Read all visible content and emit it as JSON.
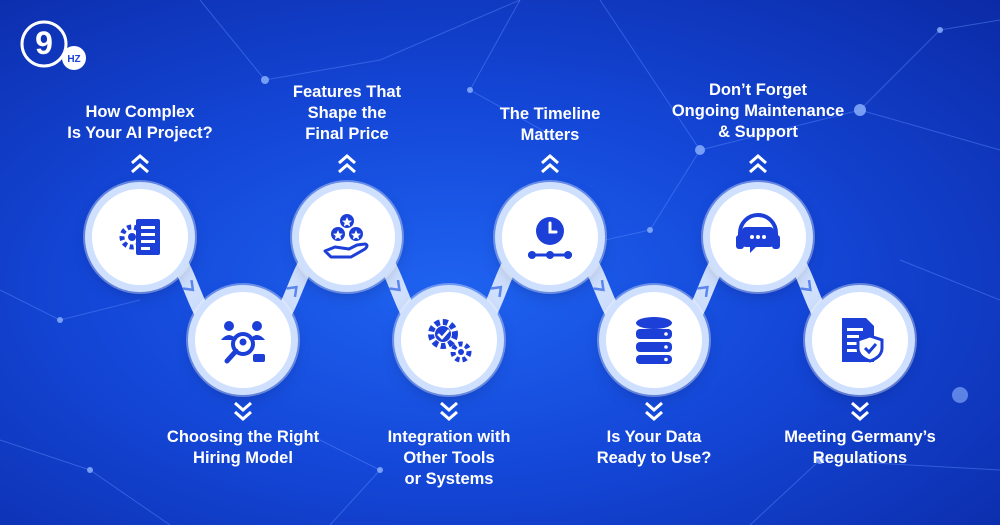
{
  "brand": {
    "logo_number": "9",
    "logo_suffix": "HZ"
  },
  "steps": [
    {
      "label": "How Complex\nIs Your AI Project?",
      "icon": "document-gear-icon"
    },
    {
      "label": "Choosing the Right\nHiring Model",
      "icon": "team-search-icon"
    },
    {
      "label": "Features That\nShape the\nFinal Price",
      "icon": "hand-stars-icon"
    },
    {
      "label": "Integration with\nOther Tools\nor Systems",
      "icon": "gears-icon"
    },
    {
      "label": "The Timeline\nMatters",
      "icon": "clock-timeline-icon"
    },
    {
      "label": "Is Your Data\nReady to Use?",
      "icon": "database-icon"
    },
    {
      "label": "Don’t Forget\nOngoing Maintenance\n& Support",
      "icon": "headset-support-icon"
    },
    {
      "label": "Meeting Germany’s\nRegulations",
      "icon": "document-shield-icon"
    }
  ],
  "colors": {
    "icon": "#1c3fd8",
    "background_deep": "#0b2aa6",
    "background_mid": "#1f63f0",
    "ring": "#cfe0ff"
  }
}
